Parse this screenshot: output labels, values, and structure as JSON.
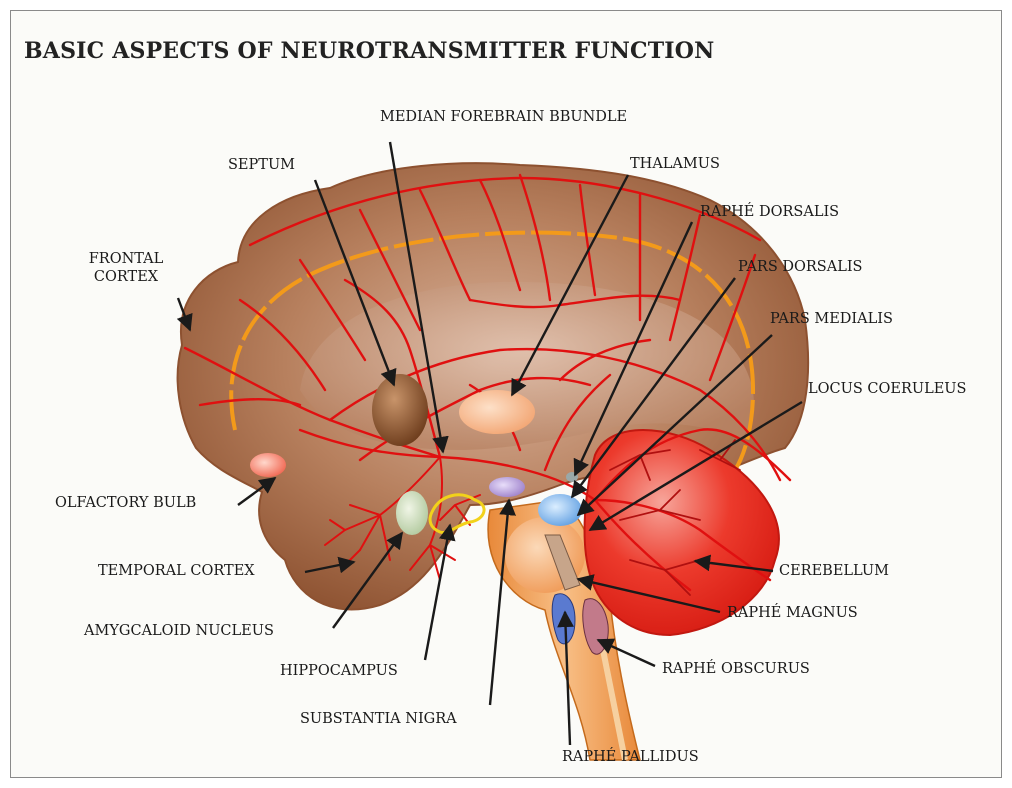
{
  "title": "BASIC ASPECTS OF NEUROTRANSMITTER FUNCTION",
  "labels": {
    "median_forebrain_bundle": "MEDIAN FOREBRAIN BBUNDLE",
    "septum": "SEPTUM",
    "thalamus": "THALAMUS",
    "raphe_dorsalis": "RAPHÉ DORSALIS",
    "frontal_cortex_line1": "FRONTAL",
    "frontal_cortex_line2": "CORTEX",
    "pars_dorsalis": "PARS DORSALIS",
    "pars_medialis": "PARS MEDIALIS",
    "locus_coeruleus": "LOCUS COERULEUS",
    "olfactory_bulb": "OLFACTORY BULB",
    "temporal_cortex": "TEMPORAL CORTEX",
    "cerebellum": "CEREBELLUM",
    "raphe_magnus": "RAPHÉ MAGNUS",
    "amygdaloid_nucleus": "AMYGCALOID NUCLEUS",
    "hippocampus": "HIPPOCAMPUS",
    "raphe_obscurus": "RAPHÉ OBSCURUS",
    "substantia_nigra": "SUBSTANTIA NIGRA",
    "raphe_pallidus": "RAPHÉ PALLIDUS"
  },
  "colors": {
    "brain": "#a0623f",
    "pathway": "#e01010",
    "secondary_pathway": "#f39a1a",
    "cerebellum": "#e8271c",
    "brainstem": "#f2a050"
  }
}
